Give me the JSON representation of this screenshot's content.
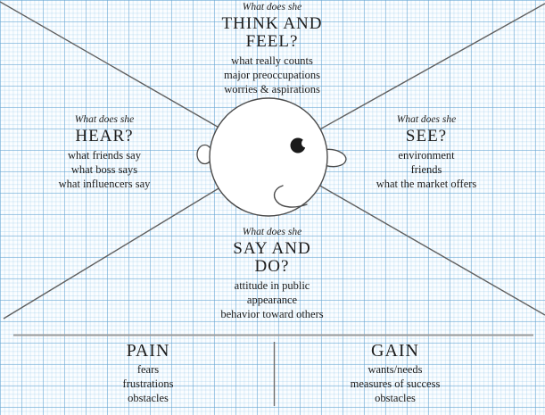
{
  "diagram": "empathy-map",
  "sections": {
    "think_feel": {
      "prompt": "What does she",
      "title": "THINK AND FEEL?",
      "items": [
        "what really counts",
        "major preoccupations",
        "worries & aspirations"
      ]
    },
    "hear": {
      "prompt": "What does she",
      "title": "HEAR?",
      "items": [
        "what friends say",
        "what boss says",
        "what influencers say"
      ]
    },
    "see": {
      "prompt": "What does she",
      "title": "SEE?",
      "items": [
        "environment",
        "friends",
        "what the market offers"
      ]
    },
    "say_do": {
      "prompt": "What does she",
      "title": "SAY AND DO?",
      "items": [
        "attitude in public",
        "appearance",
        "behavior toward others"
      ]
    },
    "pain": {
      "title": "PAIN",
      "items": [
        "fears",
        "frustrations",
        "obstacles"
      ]
    },
    "gain": {
      "title": "GAIN",
      "items": [
        "wants/needs",
        "measures of success",
        "obstacles"
      ]
    }
  },
  "icons": {
    "head": "person-head-profile-icon",
    "eye": "eye-icon",
    "ear": "ear-icon",
    "nose": "nose-icon",
    "mouth": "smile-icon"
  },
  "colors": {
    "grid_major": "#a9cfe7",
    "grid_fine": "#d9eaf5",
    "diagonal_line": "#5f5f5f",
    "section_border": "#9b9b9b",
    "text": "#1c1c1c",
    "head_fill": "#ffffff"
  }
}
